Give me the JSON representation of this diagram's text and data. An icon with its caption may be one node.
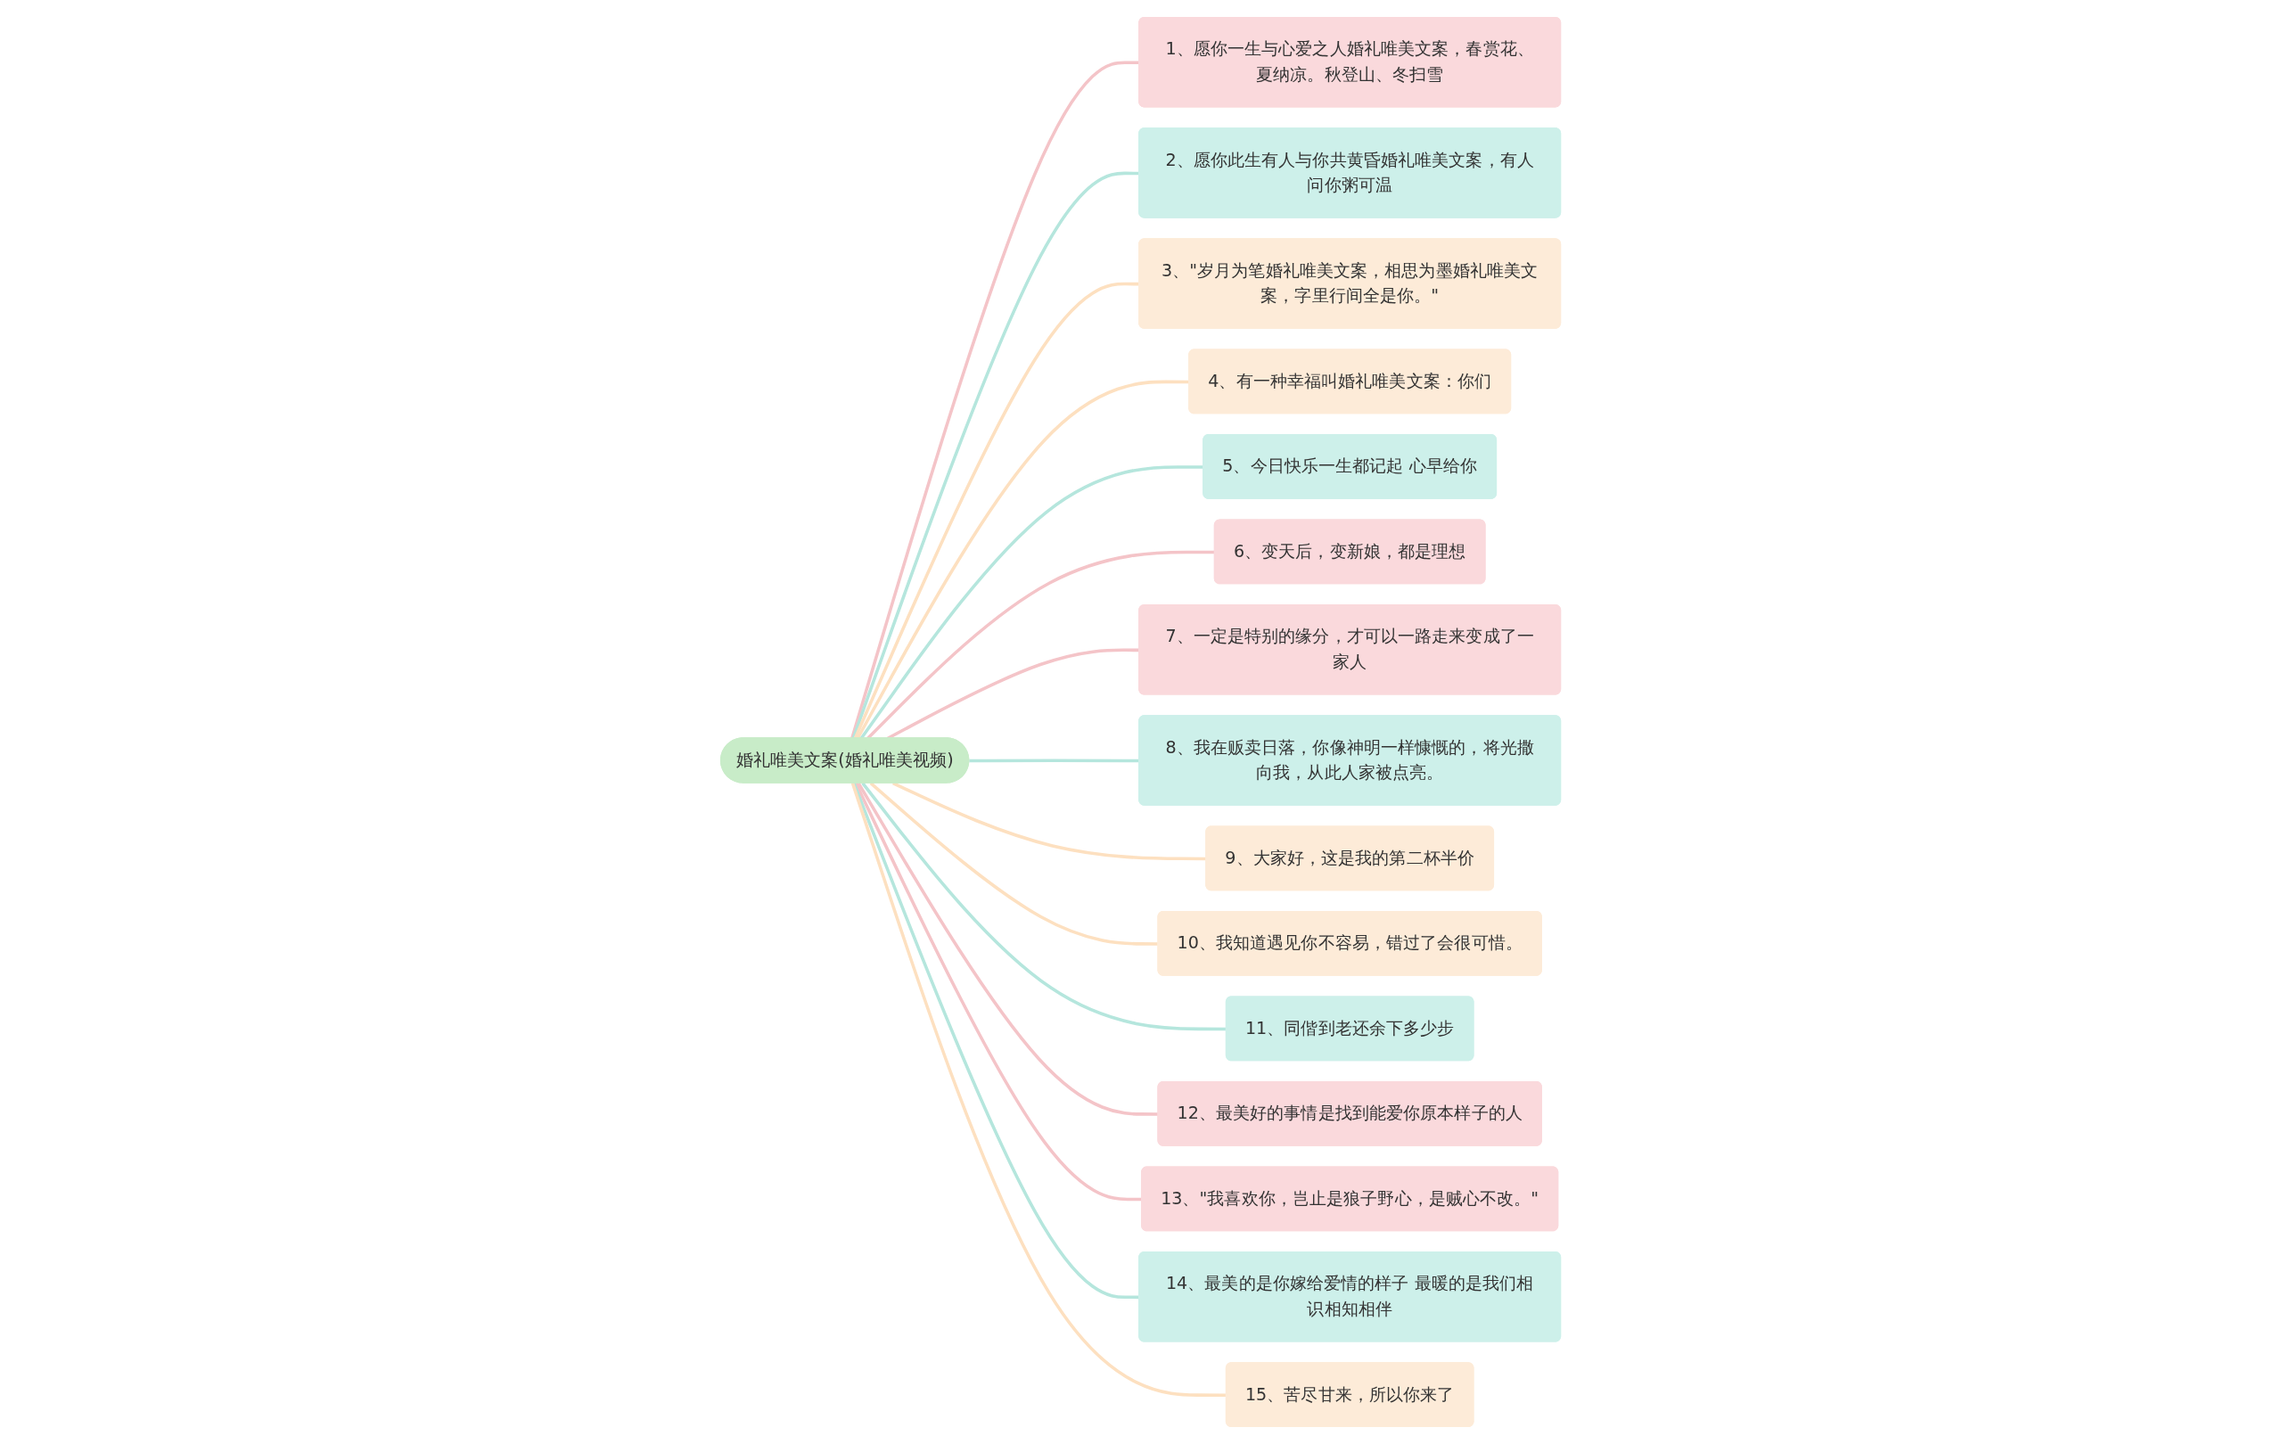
{
  "diagram": {
    "nodes": [
      {
        "text": [
          "婚礼唯美文案(婚礼唯美视频)"
        ]
      },
      {
        "text": [
          "1、愿你一生与心爱之人婚礼唯美文案，春赏花、夏纳凉。秋登山、冬扫雪"
        ]
      },
      {
        "text": [
          "2、愿你此生有人与你共黄昏婚礼唯美文案，有人问你粥可温"
        ]
      },
      {
        "text": [
          "3、\"岁月为笔婚礼唯美文案，相思为墨婚礼唯美文案，字里行间全是你。\""
        ]
      },
      {
        "text": [
          "4、有一种幸福叫婚礼唯美文案：你们"
        ]
      },
      {
        "text": [
          "5、今日快乐一生都记起 心早给你"
        ]
      },
      {
        "text": [
          "6、变天后，变新娘，都是理想"
        ]
      },
      {
        "text": [
          "7、一定是特别的缘分，才可以一路走来变成了一家人"
        ]
      },
      {
        "text": [
          "8、我在贩卖日落，你像神明一样慷慨的，将光撒向我，从此人家被点亮。"
        ]
      },
      {
        "text": [
          "9、大家好，这是我的第二杯半价"
        ]
      },
      {
        "text": [
          "10、我知道遇见你不容易，错过了会很可惜。"
        ]
      },
      {
        "text": [
          "11、同偕到老还余下多少步"
        ]
      },
      {
        "text": [
          "12、最美好的事情是找到能爱你原本样子的人"
        ]
      },
      {
        "text": [
          "13、\"我喜欢你，岂止是狼子野心，是贼心不改。\""
        ]
      },
      {
        "text": [
          "14、最美的是你嫁给爱情的样子 最暖的是我们相识相知相伴"
        ]
      },
      {
        "text": [
          "15、苦尽甘来，所以你来了"
        ]
      }
    ],
    "edges": [
      {
        "from": 0,
        "to": 1,
        "arrow": "none",
        "color": "#f4c4c8"
      },
      {
        "from": 0,
        "to": 2,
        "arrow": "none",
        "color": "#b5e6dd"
      },
      {
        "from": 0,
        "to": 3,
        "arrow": "none",
        "color": "#fde0c0"
      },
      {
        "from": 0,
        "to": 4,
        "arrow": "none",
        "color": "#fde0c0"
      },
      {
        "from": 0,
        "to": 5,
        "arrow": "none",
        "color": "#b5e6dd"
      },
      {
        "from": 0,
        "to": 6,
        "arrow": "none",
        "color": "#f4c4c8"
      },
      {
        "from": 0,
        "to": 7,
        "arrow": "none",
        "color": "#f4c4c8"
      },
      {
        "from": 0,
        "to": 8,
        "arrow": "none",
        "color": "#b5e6dd"
      },
      {
        "from": 0,
        "to": 9,
        "arrow": "none",
        "color": "#fde0c0"
      },
      {
        "from": 0,
        "to": 10,
        "arrow": "none",
        "color": "#fde0c0"
      },
      {
        "from": 0,
        "to": 11,
        "arrow": "none",
        "color": "#b5e6dd"
      },
      {
        "from": 0,
        "to": 12,
        "arrow": "none",
        "color": "#f4c4c8"
      },
      {
        "from": 0,
        "to": 13,
        "arrow": "none",
        "color": "#f4c4c8"
      },
      {
        "from": 0,
        "to": 14,
        "arrow": "none",
        "color": "#b5e6dd"
      },
      {
        "from": 0,
        "to": 15,
        "arrow": "none",
        "color": "#fde0c0"
      }
    ]
  }
}
